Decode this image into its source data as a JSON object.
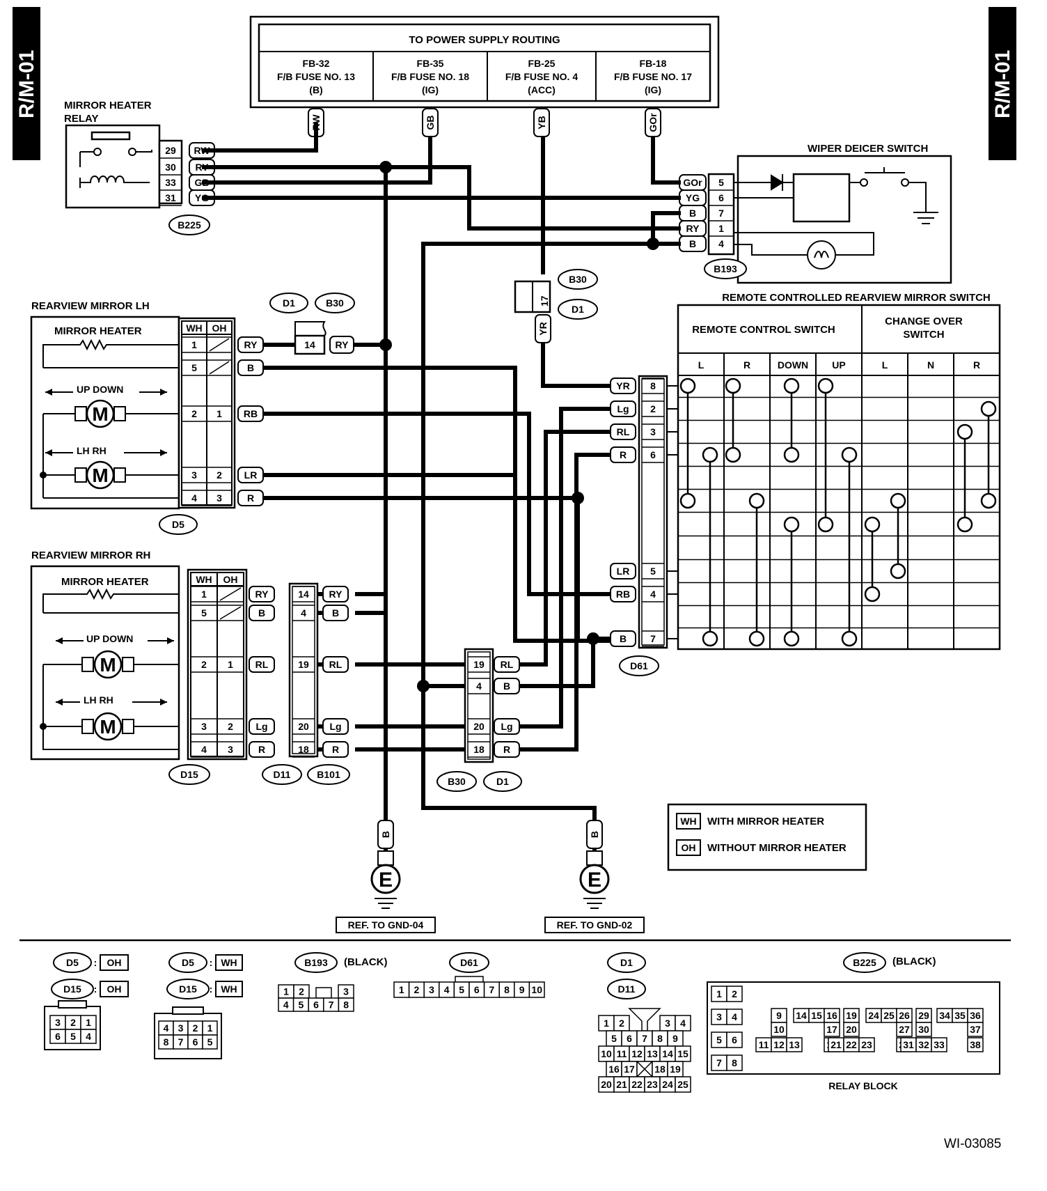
{
  "page": {
    "tab_left": "R/M-01",
    "tab_right": "R/M-01",
    "figure_id": "WI-03085"
  },
  "power_supply": {
    "title": "TO POWER SUPPLY ROUTING",
    "fuses": [
      {
        "id": "FB-32",
        "name": "F/B FUSE NO. 13",
        "state": "(B)",
        "wire": "RW"
      },
      {
        "id": "FB-35",
        "name": "F/B FUSE NO. 18",
        "state": "(IG)",
        "wire": "GB"
      },
      {
        "id": "FB-25",
        "name": "F/B FUSE NO. 4",
        "state": "(ACC)",
        "wire": "YB"
      },
      {
        "id": "FB-18",
        "name": "F/B FUSE NO. 17",
        "state": "(IG)",
        "wire": "GOr"
      }
    ]
  },
  "mirror_heater_relay": {
    "label_line1": "MIRROR HEATER",
    "label_line2": "RELAY",
    "connector": "B225",
    "pins": [
      {
        "pin": "29",
        "wire": "RW"
      },
      {
        "pin": "30",
        "wire": "RY"
      },
      {
        "pin": "33",
        "wire": "GB"
      },
      {
        "pin": "31",
        "wire": "YG"
      }
    ]
  },
  "wiper_deicer_switch": {
    "label": "WIPER DEICER SWITCH",
    "connector": "B193",
    "pins": [
      {
        "pin": "5",
        "wire": "GOr"
      },
      {
        "pin": "6",
        "wire": "YG"
      },
      {
        "pin": "7",
        "wire": "B"
      },
      {
        "pin": "1",
        "wire": "RY"
      },
      {
        "pin": "4",
        "wire": "B"
      }
    ]
  },
  "mirror_lh": {
    "label": "REARVIEW MIRROR LH",
    "heater_label": "MIRROR HEATER",
    "updown_label": "UP  DOWN",
    "lhrh_label": "LH  RH",
    "motor": "M",
    "connector": "D5",
    "col_wh": "WH",
    "col_oh": "OH",
    "rows": [
      {
        "wh": "1",
        "oh": "",
        "wire": "RY"
      },
      {
        "wh": "5",
        "oh": "",
        "wire": "B"
      },
      {
        "wh": "2",
        "oh": "1",
        "wire": "RB"
      },
      {
        "wh": "3",
        "oh": "2",
        "wire": "LR"
      },
      {
        "wh": "4",
        "oh": "3",
        "wire": "R"
      }
    ],
    "jct_pin": "14",
    "jct_wire": "RY",
    "jct_conn1": "D1",
    "jct_conn2": "B30"
  },
  "mirror_rh": {
    "label": "REARVIEW MIRROR RH",
    "heater_label": "MIRROR HEATER",
    "updown_label": "UP  DOWN",
    "lhrh_label": "LH  RH",
    "motor": "M",
    "connector": "D15",
    "col_wh": "WH",
    "col_oh": "OH",
    "rows": [
      {
        "wh": "1",
        "oh": "",
        "wire1": "RY",
        "jpin": "14",
        "wire2": "RY"
      },
      {
        "wh": "5",
        "oh": "",
        "wire1": "B",
        "jpin": "4",
        "wire2": "B"
      },
      {
        "wh": "2",
        "oh": "1",
        "wire1": "RL",
        "jpin": "19",
        "wire2": "RL"
      },
      {
        "wh": "3",
        "oh": "2",
        "wire1": "Lg",
        "jpin": "20",
        "wire2": "Lg"
      },
      {
        "wh": "4",
        "oh": "3",
        "wire1": "R",
        "jpin": "18",
        "wire2": "R"
      }
    ],
    "jct_conn1": "D11",
    "jct_conn2": "B101"
  },
  "b30_d1_lower": {
    "conn1": "B30",
    "conn2": "D1",
    "rows": [
      {
        "pin": "19",
        "wire": "RL"
      },
      {
        "pin": "4",
        "wire": "B"
      },
      {
        "pin": "20",
        "wire": "Lg"
      },
      {
        "pin": "18",
        "wire": "R"
      }
    ]
  },
  "yb_junction": {
    "pin": "17",
    "wire": "YR",
    "conn1": "B30",
    "conn2": "D1"
  },
  "d61": {
    "connector": "D61",
    "pins": [
      {
        "pin": "8",
        "wire": "YR"
      },
      {
        "pin": "2",
        "wire": "Lg"
      },
      {
        "pin": "3",
        "wire": "RL"
      },
      {
        "pin": "6",
        "wire": "R"
      },
      {
        "pin": "5",
        "wire": "LR"
      },
      {
        "pin": "4",
        "wire": "RB"
      },
      {
        "pin": "7",
        "wire": "B"
      }
    ]
  },
  "remote_switch": {
    "title": "REMOTE CONTROLLED REARVIEW MIRROR SWITCH",
    "group1": "REMOTE CONTROL SWITCH",
    "group2_line1": "CHANGE OVER",
    "group2_line2": "SWITCH",
    "cols1": [
      "L",
      "R",
      "DOWN",
      "UP"
    ],
    "cols2": [
      "L",
      "N",
      "R"
    ]
  },
  "grounds": [
    {
      "wire": "B",
      "symbol": "E",
      "ref": "REF. TO GND-04"
    },
    {
      "wire": "B",
      "symbol": "E",
      "ref": "REF. TO GND-02"
    }
  ],
  "legend": [
    {
      "code": "WH",
      "text": "WITH MIRROR HEATER"
    },
    {
      "code": "OH",
      "text": "WITHOUT MIRROR HEATER"
    }
  ],
  "connectors": {
    "a": {
      "c1": "D5",
      "c2": "D15",
      "tag": "OH",
      "row1": [
        "3",
        "2",
        "1"
      ],
      "row2": [
        "6",
        "5",
        "4"
      ]
    },
    "b": {
      "c1": "D5",
      "c2": "D15",
      "tag": "WH",
      "row1": [
        "4",
        "3",
        "2",
        "1"
      ],
      "row2": [
        "8",
        "7",
        "6",
        "5"
      ]
    },
    "c": {
      "c1": "B193",
      "color": "(BLACK)",
      "row1": [
        "1",
        "2",
        "3"
      ],
      "row2": [
        "4",
        "5",
        "6",
        "7",
        "8"
      ]
    },
    "d": {
      "c1": "D61",
      "row1": [
        "1",
        "2",
        "3",
        "4",
        "5",
        "6",
        "7",
        "8",
        "9",
        "10"
      ]
    },
    "e": {
      "c1": "D1",
      "c2": "D11",
      "rows": [
        [
          "1",
          "2",
          "3",
          "4"
        ],
        [
          "5",
          "6",
          "7",
          "8",
          "9"
        ],
        [
          "10",
          "11",
          "12",
          "13",
          "14",
          "15"
        ],
        [
          "16",
          "17",
          "18",
          "19"
        ],
        [
          "20",
          "21",
          "22",
          "23",
          "24",
          "25"
        ]
      ]
    },
    "f": {
      "c1": "B225",
      "color": "(BLACK)",
      "label": "RELAY BLOCK",
      "left": [
        "1",
        "2",
        "3",
        "4",
        "5",
        "6",
        "7",
        "8"
      ],
      "groups": [
        {
          "top": [
            "9"
          ],
          "mid": [
            "10"
          ],
          "bot": [
            "11",
            "12",
            "13"
          ]
        },
        {
          "top": [
            "14",
            "15",
            "16"
          ],
          "mid": [
            "17"
          ],
          "bot": [
            "18"
          ]
        },
        {
          "top": [
            "19"
          ],
          "mid": [
            "20"
          ],
          "bot": [
            "21",
            "22",
            "23"
          ]
        },
        {
          "top": [
            "24",
            "25",
            "26"
          ],
          "mid": [
            "27"
          ],
          "bot": [
            "28"
          ]
        },
        {
          "top": [
            "29"
          ],
          "mid": [
            "30"
          ],
          "bot": [
            "31",
            "32",
            "33"
          ]
        },
        {
          "top": [
            "34",
            "35",
            "36"
          ],
          "mid": [
            "37"
          ],
          "bot": [
            "38"
          ]
        }
      ]
    }
  }
}
